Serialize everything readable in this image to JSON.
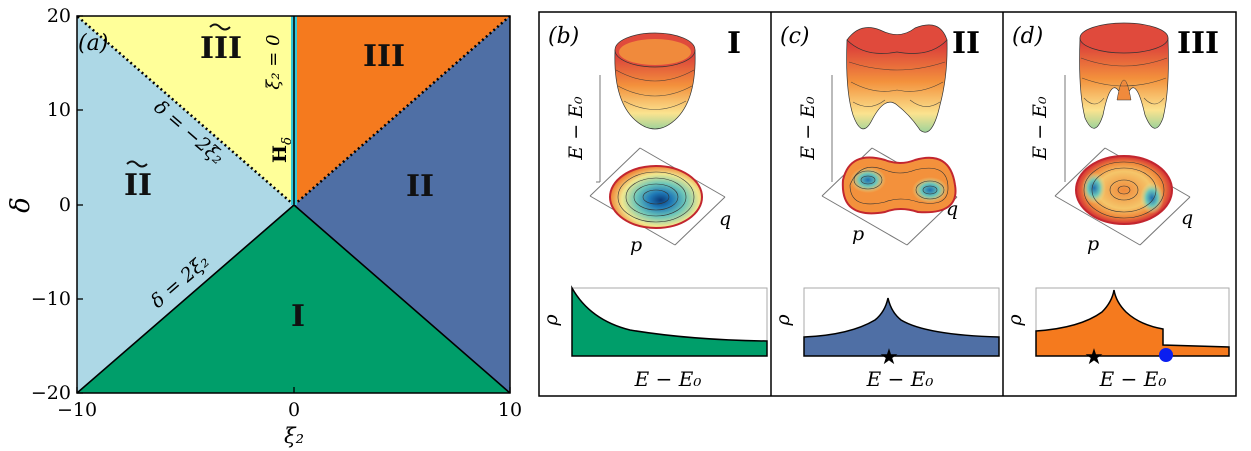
{
  "colors": {
    "region_I": "#009e6a",
    "region_II": "#4f6fa5",
    "region_III": "#f57a1e",
    "region_II_tilde": "#add8e6",
    "region_III_tilde": "#ffff99",
    "h_delta_line": "#35c8d8"
  },
  "panel_a": {
    "tag": "(a)",
    "xlabel": "ξ₂",
    "ylabel": "δ",
    "xticks": [
      "−10",
      "0",
      "10"
    ],
    "yticks": [
      "20",
      "10",
      "0",
      "−10",
      "−20"
    ],
    "regions": {
      "I": "I",
      "II": "II",
      "III": "III",
      "II_tilde": "II",
      "III_tilde": "III"
    },
    "annotations": {
      "line_upper": "δ = −2ξ₂",
      "line_lower": "δ = 2ξ₂",
      "axis_line": "ξ₂ = 0",
      "h_delta": "H",
      "h_delta_sub": "δ"
    }
  },
  "panels": [
    {
      "tag": "(b)",
      "phase": "I",
      "ylabel_3d": "E − E₀",
      "p_label": "p",
      "q_label": "q",
      "rho_label": "ρ",
      "xlabel": "E − E₀"
    },
    {
      "tag": "(c)",
      "phase": "II",
      "ylabel_3d": "E − E₀",
      "p_label": "p",
      "q_label": "q",
      "rho_label": "ρ",
      "xlabel": "E − E₀"
    },
    {
      "tag": "(d)",
      "phase": "III",
      "ylabel_3d": "E − E₀",
      "p_label": "p",
      "q_label": "q",
      "rho_label": "ρ",
      "xlabel": "E − E₀"
    }
  ]
}
